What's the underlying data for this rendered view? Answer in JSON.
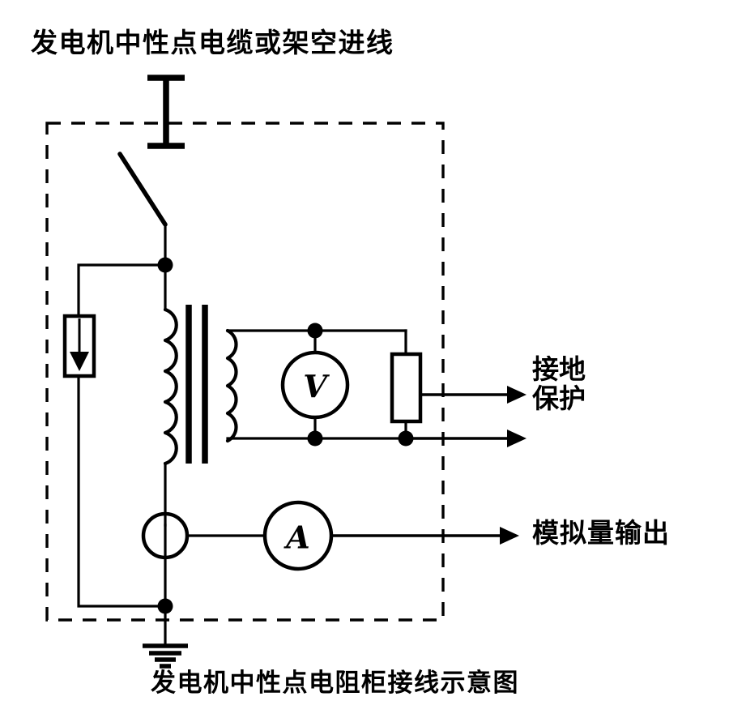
{
  "diagram": {
    "title": "发电机中性点电缆或架空进线",
    "caption": "发电机中性点电阻柜接线示意图",
    "colors": {
      "line": "#000000",
      "background": "#ffffff"
    },
    "labels": {
      "ground_protection": "接地\n保护",
      "analog_output": "模拟量输出"
    },
    "meters": {
      "voltmeter": "V",
      "ammeter": "A"
    },
    "components": [
      {
        "name": "incoming-terminal",
        "type": "terminal-bushing"
      },
      {
        "name": "disconnect-switch",
        "type": "switch-open"
      },
      {
        "name": "grounding-resistor",
        "type": "resistor-with-arrow"
      },
      {
        "name": "distribution-transformer",
        "type": "transformer-two-winding"
      },
      {
        "name": "voltmeter",
        "type": "meter-circle"
      },
      {
        "name": "secondary-load-resistor",
        "type": "resistor-box"
      },
      {
        "name": "current-transformer",
        "type": "ct-ring"
      },
      {
        "name": "ammeter",
        "type": "meter-circle"
      },
      {
        "name": "earth-ground",
        "type": "ground-symbol"
      },
      {
        "name": "cabinet-boundary",
        "type": "dashed-enclosure"
      }
    ]
  }
}
